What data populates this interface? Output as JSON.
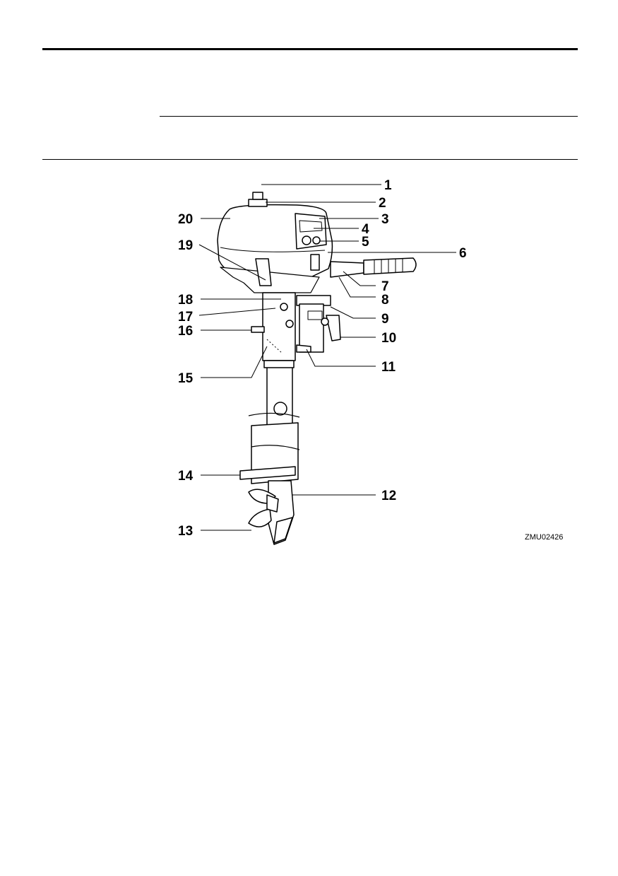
{
  "figure": {
    "code": "ZMU02426",
    "subject": "outboard-motor-illustration",
    "callouts_right": [
      "1",
      "2",
      "3",
      "4",
      "5",
      "6",
      "7",
      "8",
      "9",
      "10",
      "11",
      "12"
    ],
    "callouts_left": [
      "20",
      "19",
      "18",
      "17",
      "16",
      "15",
      "14",
      "13"
    ]
  }
}
